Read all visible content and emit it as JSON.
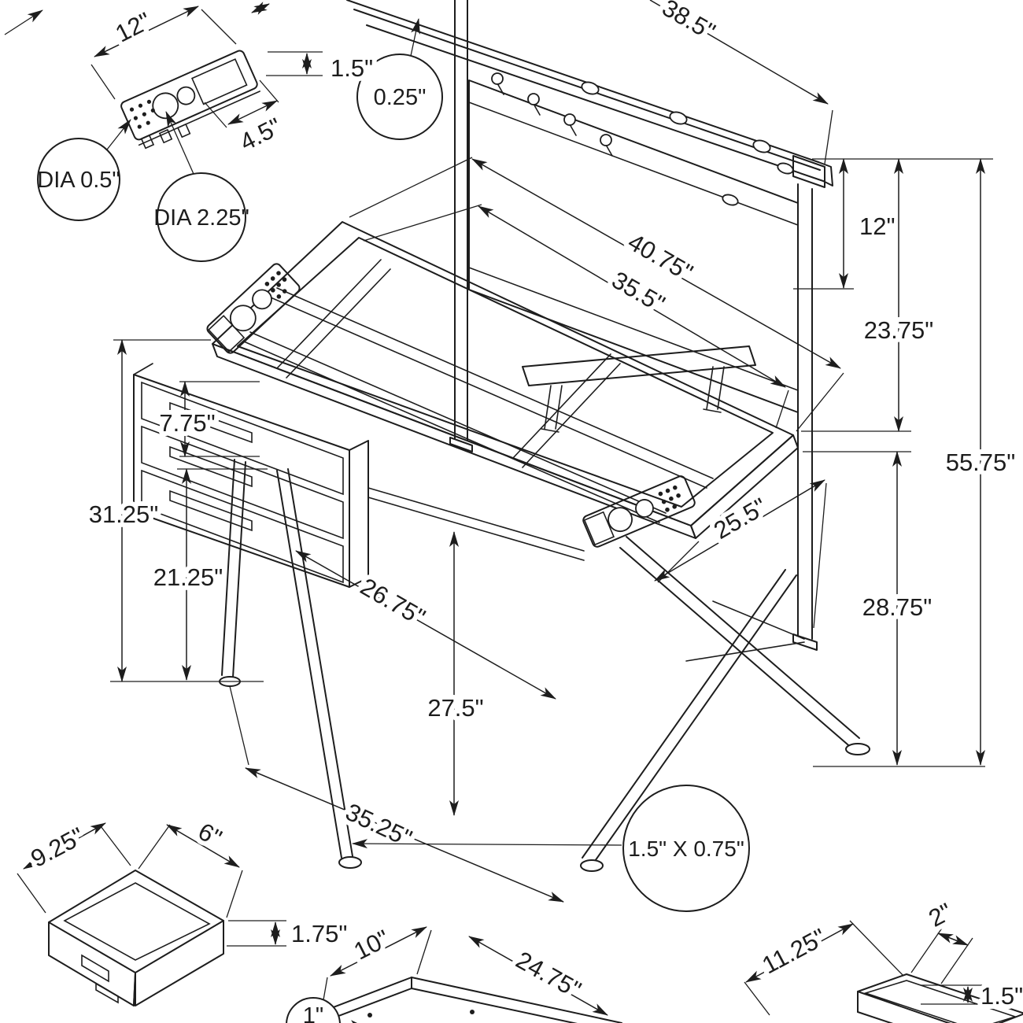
{
  "diagram_title": "drafting-table-dimension-drawing",
  "colors": {
    "line": "#1d1d1d",
    "background": "#ffffff"
  },
  "labels": {
    "pencil_tray": {
      "length": "12\"",
      "height": "1.5\"",
      "width": "4.5\"",
      "small_hole_dia": "DIA 0.5\"",
      "large_hole_dia": "DIA 2.25\""
    },
    "table": {
      "top_shelf_width": "38.5\"",
      "glass_thickness": "0.25\"",
      "shelf_offset": "12\"",
      "back_section_height": "23.75\"",
      "overall_height": "55.75\"",
      "frame_width": "40.75\"",
      "glass_width": "35.5\"",
      "top_depth": "25.5\"",
      "drawer_unit_height": "7.75\"",
      "surface_height": "31.25\"",
      "leg_clearance": "21.25\"",
      "base_depth": "26.75\"",
      "front_height": "27.5\"",
      "base_width": "35.25\"",
      "rear_height": "28.75\"",
      "leg_tube": "1.5\" X 0.75\""
    },
    "storage_drawer": {
      "width": "9.25\"",
      "depth": "6\"",
      "height": "1.75\""
    },
    "bottom_shelf": {
      "depth": "10\"",
      "width": "24.75\"",
      "height": "1\""
    },
    "side_tray": {
      "length": "11.25\"",
      "width": "2\"",
      "height": "1.5\""
    }
  }
}
